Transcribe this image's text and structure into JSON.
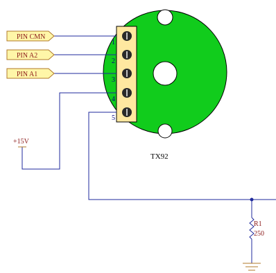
{
  "ports": [
    {
      "label": "PIN CMN"
    },
    {
      "label": "PIN A2"
    },
    {
      "label": "PIN A1"
    }
  ],
  "pins": [
    "1",
    "2",
    "3",
    "4",
    "5"
  ],
  "component": {
    "name": "TX92"
  },
  "power": {
    "label": "+15V"
  },
  "resistor": {
    "ref": "R1",
    "value": "250"
  },
  "colors": {
    "wire": "#1f2a9c",
    "body": "#11cc1c",
    "port_fill": "#fff6a8",
    "port_stroke": "#b07a2a",
    "port_text": "#8b1a1a",
    "pin_label": "#000080",
    "terminal": "#ffe8a0",
    "screw": "#2a2a2a",
    "ref_text": "#8b1a1a",
    "value_text": "#8b1a1a",
    "component_text": "#000000"
  }
}
